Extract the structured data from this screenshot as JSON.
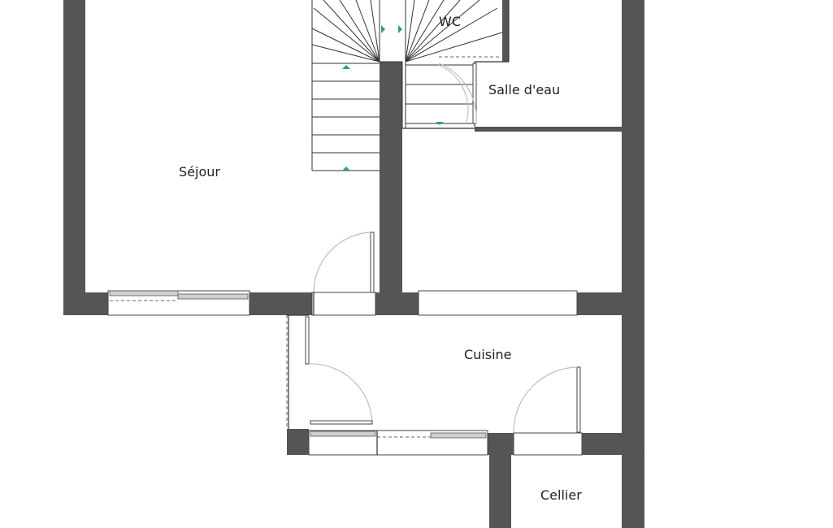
{
  "rooms": {
    "wc": "WC",
    "salle_eau": "Salle d'eau",
    "sejour": "Séjour",
    "cuisine": "Cuisine",
    "cellier": "Cellier"
  },
  "colors": {
    "wall": "#555555",
    "stair_arrow": "#2aa080",
    "door_swing": "#bdbdbd"
  }
}
